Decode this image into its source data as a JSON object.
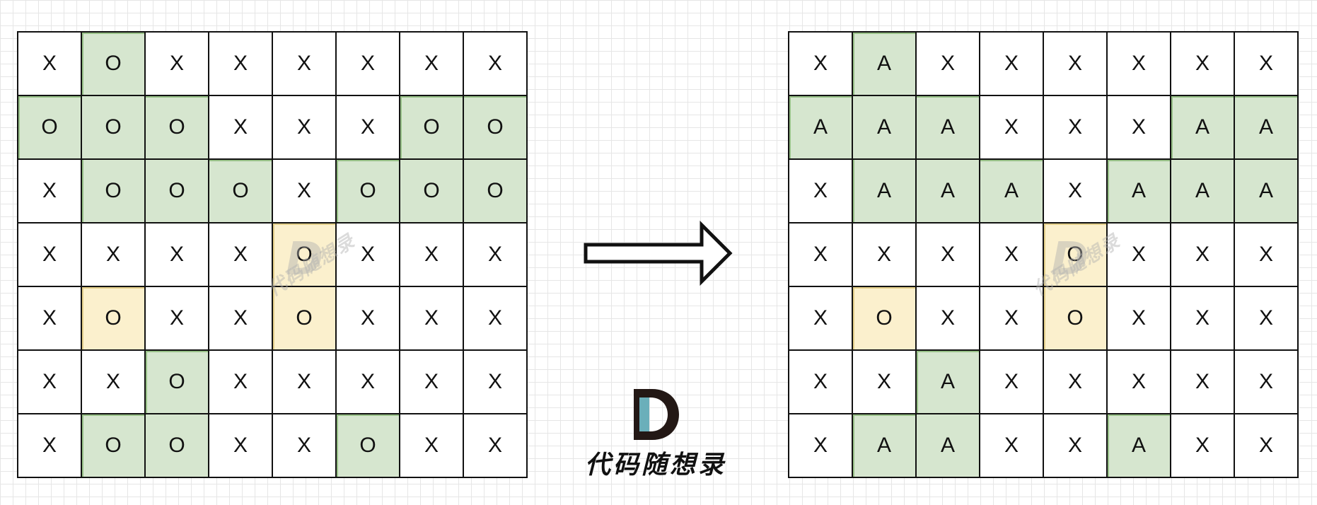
{
  "left_grid": {
    "rows": [
      [
        "X",
        "O",
        "X",
        "X",
        "X",
        "X",
        "X",
        "X"
      ],
      [
        "O",
        "O",
        "O",
        "X",
        "X",
        "X",
        "O",
        "O"
      ],
      [
        "X",
        "O",
        "O",
        "O",
        "X",
        "O",
        "O",
        "O"
      ],
      [
        "X",
        "X",
        "X",
        "X",
        "O",
        "X",
        "X",
        "X"
      ],
      [
        "X",
        "O",
        "X",
        "X",
        "O",
        "X",
        "X",
        "X"
      ],
      [
        "X",
        "X",
        "O",
        "X",
        "X",
        "X",
        "X",
        "X"
      ],
      [
        "X",
        "O",
        "O",
        "X",
        "X",
        "O",
        "X",
        "X"
      ]
    ],
    "highlight": [
      [
        "",
        "g",
        "",
        "",
        "",
        "",
        "",
        ""
      ],
      [
        "g",
        "g",
        "g",
        "",
        "",
        "",
        "g",
        "g"
      ],
      [
        "",
        "g",
        "g",
        "g",
        "",
        "g",
        "g",
        "g"
      ],
      [
        "",
        "",
        "",
        "",
        "y",
        "",
        "",
        ""
      ],
      [
        "",
        "y",
        "",
        "",
        "y",
        "",
        "",
        ""
      ],
      [
        "",
        "",
        "g",
        "",
        "",
        "",
        "",
        ""
      ],
      [
        "",
        "g",
        "g",
        "",
        "",
        "g",
        "",
        ""
      ]
    ]
  },
  "right_grid": {
    "rows": [
      [
        "X",
        "A",
        "X",
        "X",
        "X",
        "X",
        "X",
        "X"
      ],
      [
        "A",
        "A",
        "A",
        "X",
        "X",
        "X",
        "A",
        "A"
      ],
      [
        "X",
        "A",
        "A",
        "A",
        "X",
        "A",
        "A",
        "A"
      ],
      [
        "X",
        "X",
        "X",
        "X",
        "O",
        "X",
        "X",
        "X"
      ],
      [
        "X",
        "O",
        "X",
        "X",
        "O",
        "X",
        "X",
        "X"
      ],
      [
        "X",
        "X",
        "A",
        "X",
        "X",
        "X",
        "X",
        "X"
      ],
      [
        "X",
        "A",
        "A",
        "X",
        "X",
        "A",
        "X",
        "X"
      ]
    ],
    "highlight": [
      [
        "",
        "g",
        "",
        "",
        "",
        "",
        "",
        ""
      ],
      [
        "g",
        "g",
        "g",
        "",
        "",
        "",
        "g",
        "g"
      ],
      [
        "",
        "g",
        "g",
        "g",
        "",
        "g",
        "g",
        "g"
      ],
      [
        "",
        "",
        "",
        "",
        "y",
        "",
        "",
        ""
      ],
      [
        "",
        "y",
        "",
        "",
        "y",
        "",
        "",
        ""
      ],
      [
        "",
        "",
        "g",
        "",
        "",
        "",
        "",
        ""
      ],
      [
        "",
        "g",
        "g",
        "",
        "",
        "g",
        "",
        ""
      ]
    ]
  },
  "colors": {
    "green_fill": "#d6e6cf",
    "yellow_fill": "#fbf0cd",
    "logo_teal": "#6aafba"
  },
  "logo": {
    "letter": "D",
    "text": "代码随想录"
  },
  "arrow_icon": "right-arrow-icon"
}
